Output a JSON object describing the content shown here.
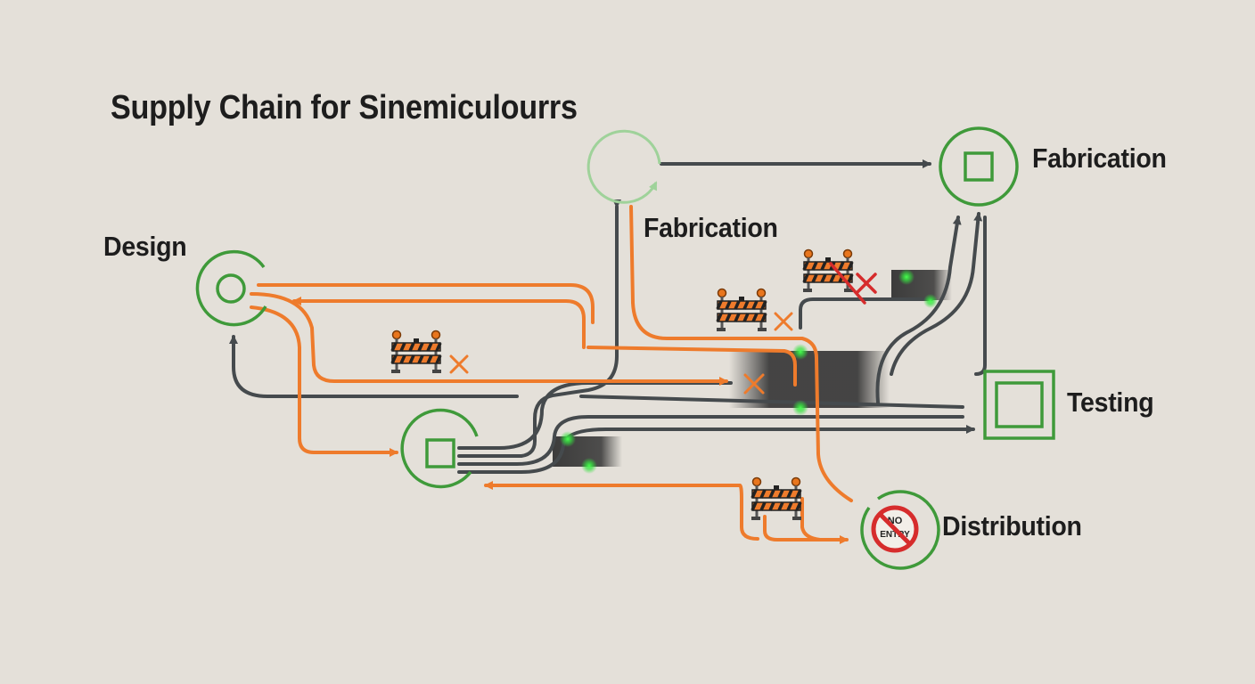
{
  "title": "Supply Chain for Sinemiculourrs",
  "nodes": {
    "design": "Design",
    "fabrication_top": "Fabrication",
    "fabrication_mid": "Fabrication",
    "testing": "Testing",
    "distribution": "Distribution"
  },
  "no_entry_sign": "NO ENTRY",
  "colors": {
    "background": "#e4e0d9",
    "node_ring": "#3f9a3a",
    "flow_orange": "#ee7b2c",
    "flow_gray": "#454a4d",
    "blocked_red": "#d62c2c",
    "status_green": "#36e23f"
  },
  "icons": [
    "road-barrier-icon",
    "blocked-x-icon",
    "no-entry-icon",
    "arrow-icon"
  ]
}
